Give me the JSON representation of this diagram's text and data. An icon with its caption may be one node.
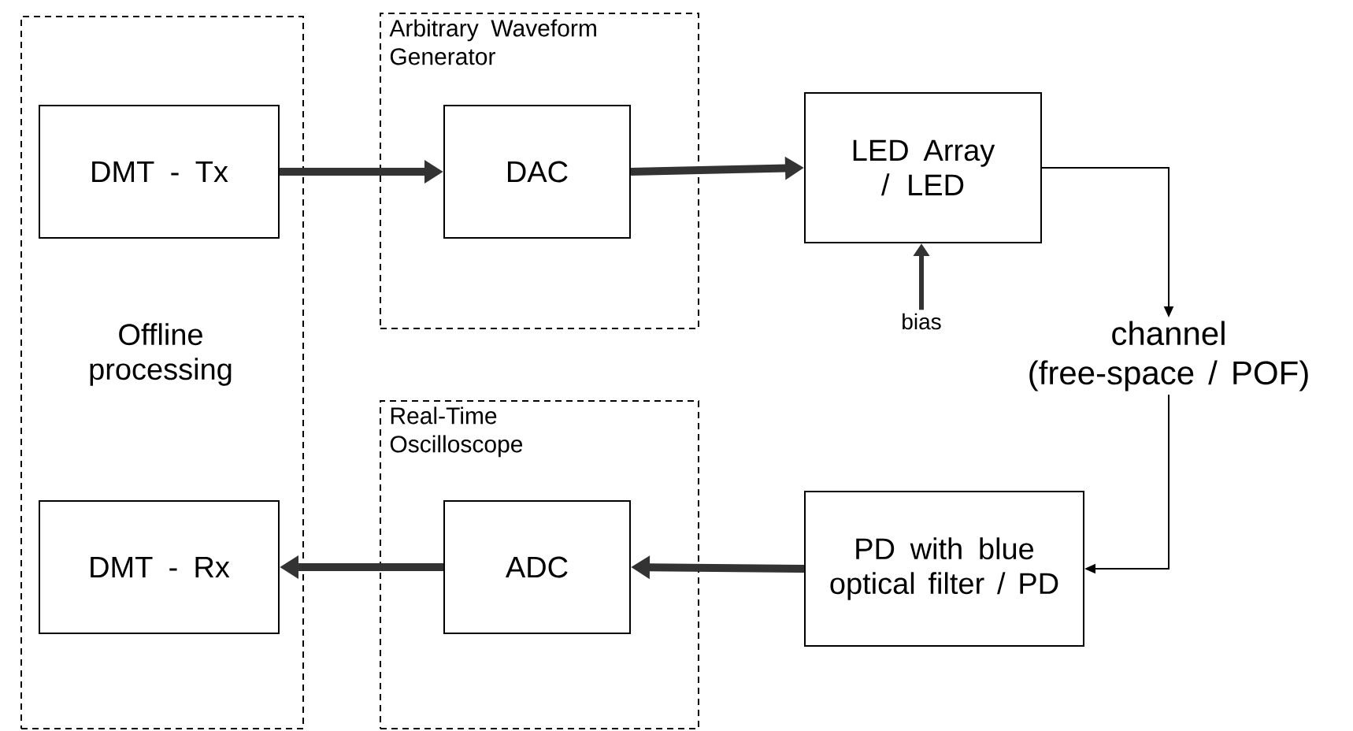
{
  "diagram": {
    "nodes": [
      {
        "text": [
          "Offline processing"
        ]
      },
      {
        "text": [
          "DMT - Tx"
        ],
        "in": 0
      },
      {
        "text": [
          "DMT - Rx"
        ],
        "in": 0
      },
      {
        "text": [
          "Arbitrary Waveform Generator"
        ]
      },
      {
        "text": [
          "DAC"
        ],
        "in": 3
      },
      {
        "text": [
          "LED Array / LED"
        ]
      },
      {
        "text": [
          "bias"
        ]
      },
      {
        "text": [
          "channel (free-space / POF)"
        ]
      },
      {
        "text": [
          "Real-Time Oscilloscope"
        ]
      },
      {
        "text": [
          "ADC"
        ],
        "in": 8
      },
      {
        "text": [
          "PD with blue optical filter / PD"
        ]
      }
    ],
    "edges": [
      {
        "from": 1,
        "to": 4,
        "arrow": "to"
      },
      {
        "from": 4,
        "to": 5,
        "arrow": "to"
      },
      {
        "from": 5,
        "to": 7,
        "arrow": "to"
      },
      {
        "from": 6,
        "to": 5,
        "arrow": "to"
      },
      {
        "from": 7,
        "to": 10,
        "arrow": "to"
      },
      {
        "from": 10,
        "to": 9,
        "arrow": "to"
      },
      {
        "from": 9,
        "to": 2,
        "arrow": "to"
      }
    ]
  }
}
